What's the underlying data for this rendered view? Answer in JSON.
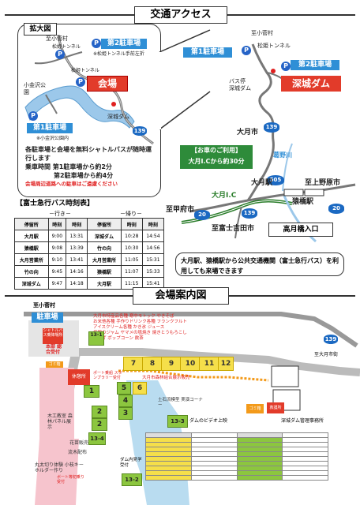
{
  "top": {
    "title": "交通アクセス",
    "inset_title": "拡大図",
    "to_koshiba": "至小菅村",
    "tunnel_small": "松姫トンネル",
    "lot2": "第2駐車場",
    "lot2_note": "※松姫トンネル手前左折",
    "tunnel_small2": "松姫トンネル",
    "venue": "会場",
    "park_name": "小金沢公園",
    "lot1": "第1駐車場",
    "lot1_note": "※小金沢公園内",
    "dam": "深城ダム",
    "route139": "139",
    "shuttle_text": "各駐車場と会場を無料シャトルバスが随時運行します",
    "ride_label": "乗車時間",
    "ride1": "第1駐車場から約2分",
    "ride2": "第2駐車場から約4分",
    "warning": "会場周辺道路への駐車はご遠慮ください",
    "map_to_koshiba": "至小菅村",
    "map_tunnel": "松姫トンネル",
    "map_lot1": "第1駐車場",
    "map_lot2": "第2駐車場",
    "map_busstop": "バス停 深城ダム",
    "map_dam": "深城ダム",
    "otsuki_city": "大月市",
    "car_title": "【お車のご利用】",
    "car_text": "大月I.Cから約30分",
    "river": "葛野川",
    "otsuki_st": "大月駅",
    "to_uenohara": "至上野原市",
    "otsuki_ic": "大月I.C",
    "route505": "505",
    "saruhashi_st": "猿橋駅",
    "to_kofu": "至甲府市",
    "route20a": "20",
    "route139b": "139",
    "route20b": "20",
    "to_fujiyoshida": "至富士吉田市",
    "takatsuki": "高月橋入口",
    "public_note": "大月駅、猿橋駅から公共交通機関（富士急行バス）を利用しても来場できます"
  },
  "timetable": {
    "title": "【富士急行バス時刻表】",
    "outbound": "－行き－",
    "inbound": "－帰り－",
    "headers": [
      "停留所",
      "時刻",
      "時刻",
      "停留所",
      "時刻",
      "時刻"
    ],
    "rows": [
      [
        "大月駅",
        "9:00",
        "13:31",
        "深城ダム",
        "10:28",
        "14:54"
      ],
      [
        "猿橋駅",
        "9:08",
        "13:39",
        "竹の向",
        "10:30",
        "14:56"
      ],
      [
        "大月営業所",
        "9:10",
        "13:41",
        "大月営業所",
        "11:05",
        "15:31"
      ],
      [
        "竹の向",
        "9:45",
        "14:16",
        "猿橋駅",
        "11:07",
        "15:33"
      ],
      [
        "深城ダム",
        "9:47",
        "14:18",
        "大月駅",
        "11:15",
        "15:41"
      ]
    ]
  },
  "bottom": {
    "title": "会場案内図",
    "to_koshiba": "至小菅村",
    "parking": "駐車場",
    "shuttle": "シャトルバス乗降場所",
    "hq": "本部 総合受付",
    "toilet": "ゴミ箱",
    "rest": "休憩所",
    "woodwork": "木工教室 森林パネル展示",
    "stage": "ポート乗船 スタンプラリー受付",
    "booth_top": [
      "大月市特産品各種",
      "お米他各種",
      "アイスクリーム各種",
      "寒中モトック",
      "手作りドリンク各種",
      "かき氷",
      "焼鶏のジャム",
      "ヤマメの塩焼き",
      "唐揚げ",
      "やきそば",
      "フランクフルト",
      "ジュース",
      "焼きとうもろこし",
      "ポップコーン",
      "飲茶"
    ],
    "blocks_yellow": [
      "7",
      "8",
      "9",
      "10",
      "11",
      "12"
    ],
    "block_numbers": [
      "1",
      "2",
      "2",
      "13-4",
      "5",
      "6",
      "4",
      "3",
      "13-1"
    ],
    "dam_office": "深城ダム管理事務所",
    "dam_video": "ダムのビデオ上映",
    "dam_model": "土石流模型 実演コーナー",
    "big_gate": "大月市森林組合展示販売",
    "flowers": "花苗販売",
    "river_fish": "流木配布",
    "bridge": "丸太切り体験 小枝キーホルダー作り",
    "dam_lookout": "ダム内見学受付",
    "ticket": "ボート等初乗り 受付",
    "to_otsuki": "至大月市街",
    "gomi": "ゴミ箱",
    "reception": "救護所",
    "b13_3": "13-3",
    "b13_2": "13-2",
    "route139": "139"
  }
}
